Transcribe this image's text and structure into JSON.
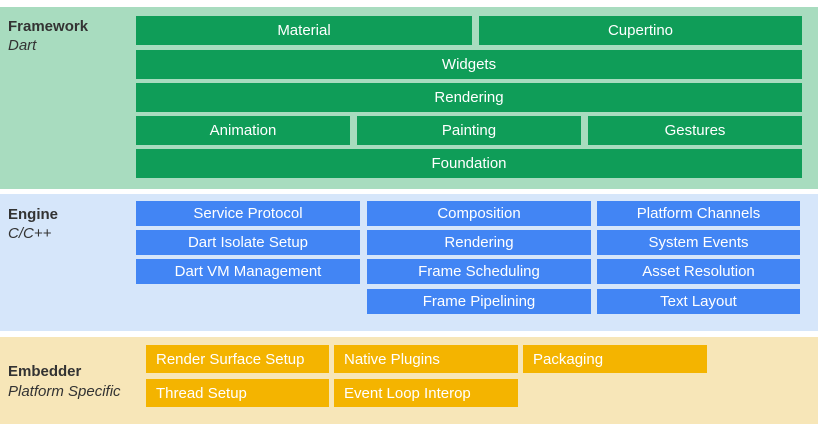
{
  "colors": {
    "framework_bg": "#a8dcbf",
    "engine_bg": "#d6e6fa",
    "embedder_bg": "#f7e6b8",
    "framework_box": "#0f9d58",
    "engine_box": "#4285f4",
    "embedder_box": "#f4b400",
    "label_text": "#333333",
    "box_text": "#ffffff"
  },
  "framework": {
    "title": "Framework",
    "subtitle": "Dart",
    "boxes": [
      "Material",
      "Cupertino",
      "Widgets",
      "Rendering",
      "Animation",
      "Painting",
      "Gestures",
      "Foundation"
    ]
  },
  "engine": {
    "title": "Engine",
    "subtitle": "C/C++",
    "boxes": [
      "Service Protocol",
      "Composition",
      "Platform Channels",
      "Dart Isolate Setup",
      "Rendering",
      "System Events",
      "Dart VM Management",
      "Frame Scheduling",
      "Asset Resolution",
      "Frame Pipelining",
      "Text Layout"
    ]
  },
  "embedder": {
    "title": "Embedder",
    "subtitle": "Platform Specific",
    "boxes": [
      "Render Surface Setup",
      "Native Plugins",
      "Packaging",
      "Thread Setup",
      "Event Loop Interop"
    ]
  }
}
